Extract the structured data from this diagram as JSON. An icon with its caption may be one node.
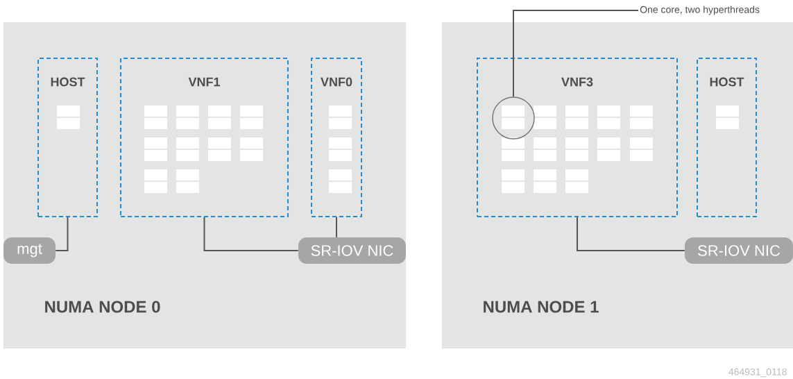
{
  "diagram": {
    "nodes": [
      {
        "text": [
          "NUMA NODE 0"
        ]
      },
      {
        "text": [
          "HOST"
        ],
        "in": 0
      },
      {
        "text": [
          "VNF1"
        ],
        "in": 0
      },
      {
        "text": [
          "VNF0"
        ],
        "in": 0
      },
      {
        "text": [
          "mgt"
        ],
        "in": 0
      },
      {
        "text": [
          "SR-IOV NIC"
        ],
        "in": 0
      },
      {
        "text": [
          "NUMA NODE 1"
        ]
      },
      {
        "text": [
          "VNF3"
        ],
        "in": 6
      },
      {
        "text": [
          "HOST"
        ],
        "in": 6
      },
      {
        "text": [
          "SR-IOV NIC"
        ],
        "in": 6
      },
      {
        "text": [
          "One core, two hyperthreads"
        ]
      },
      {
        "text": [],
        "shape": "circle",
        "in": 7
      }
    ],
    "edges": [
      {
        "from": 1,
        "to": 4,
        "arrow": "none"
      },
      {
        "from": 2,
        "to": 5,
        "arrow": "none"
      },
      {
        "from": 3,
        "to": 5,
        "arrow": "none"
      },
      {
        "from": 7,
        "to": 9,
        "arrow": "none"
      },
      {
        "from": 10,
        "to": 11,
        "arrow": "none"
      }
    ],
    "labels": [
      "464931_0118"
    ]
  }
}
